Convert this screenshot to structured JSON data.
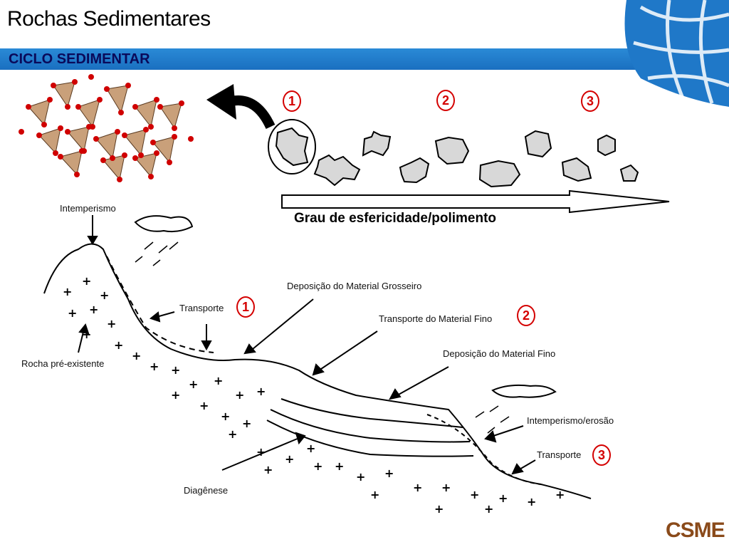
{
  "header": {
    "title": "Rochas Sedimentares",
    "subtitle": "CICLO SEDIMENTAR"
  },
  "sphericity": {
    "numbers": [
      "1",
      "2",
      "3"
    ],
    "arrow_label": "Grau de esfericidade/polimento"
  },
  "labels": {
    "intemperismo": "Intemperismo",
    "transporte_1": "Transporte",
    "deposicao_grosseiro": "Deposição do Material Grosseiro",
    "transporte_fino": "Transporte do Material Fino",
    "deposicao_fino": "Deposição do Material Fino",
    "intemperismo_erosao": "Intemperismo/erosão",
    "transporte_3": "Transporte",
    "rocha": "Rocha pré-existente",
    "diagenese": "Diagênese"
  },
  "cycle_numbers": [
    "1",
    "2",
    "3"
  ],
  "logo": "CSME",
  "colors": {
    "accent_blue": "#1a6fc0",
    "marker_red": "#d40000",
    "logo_brown": "#8a4a1a"
  }
}
